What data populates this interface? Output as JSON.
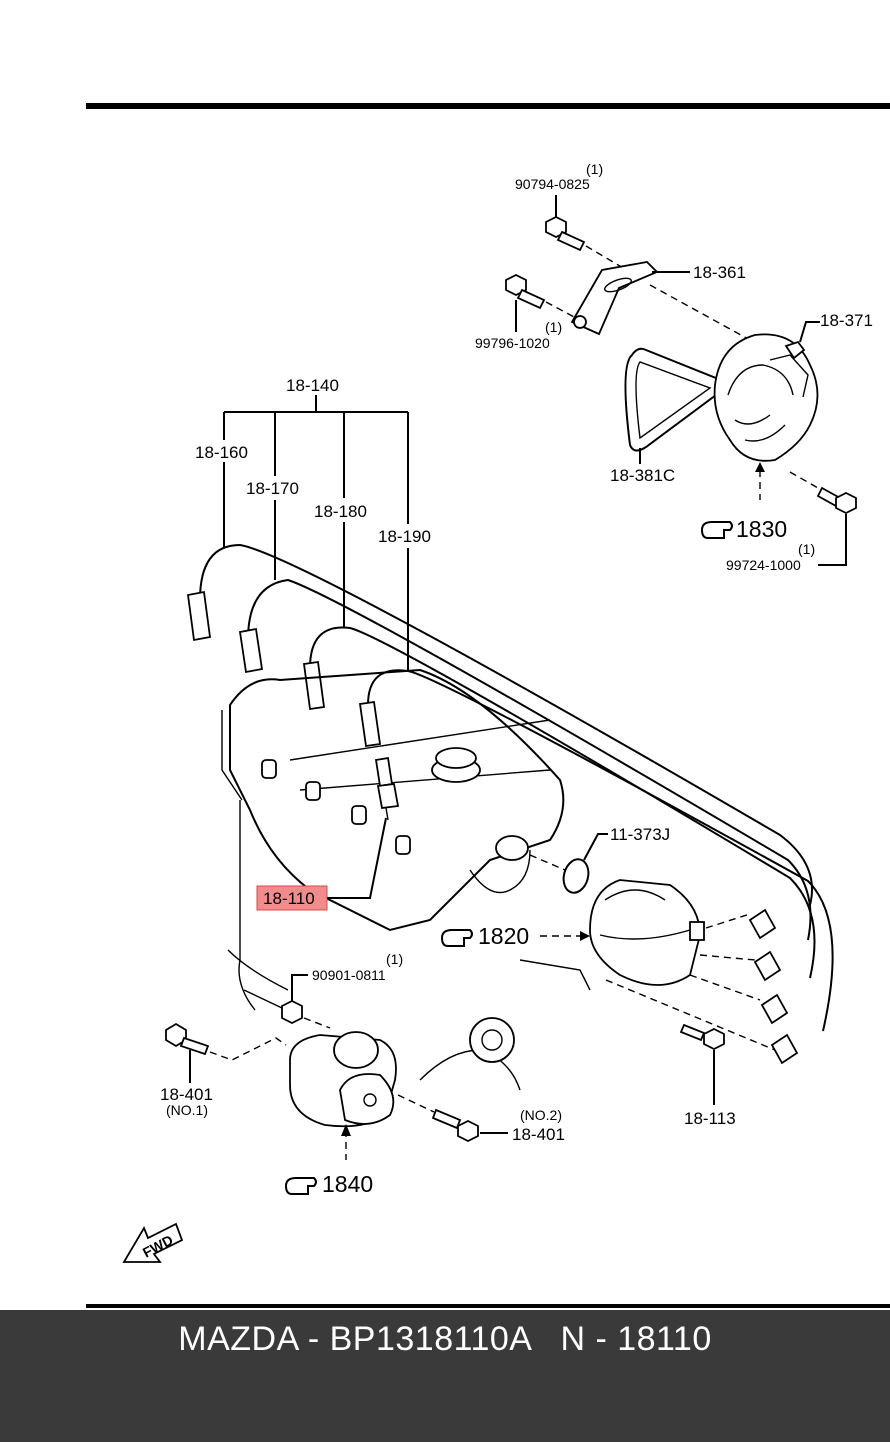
{
  "labels": {
    "bolt_top": "90794-0825",
    "bolt_top_qty": "(1)",
    "bracket": "18-361",
    "bolt_left": "99796-1020",
    "bolt_left_qty": "(1)",
    "clip": "18-371",
    "belt": "18-381C",
    "bolt_right": "99724-1000",
    "bolt_right_qty": "(1)",
    "wire_set": "18-140",
    "wire_1": "18-160",
    "wire_2": "18-170",
    "wire_3": "18-180",
    "wire_4": "18-190",
    "oring": "11-373J",
    "plug_highlight": "18-110",
    "nut": "90901-0811",
    "nut_qty": "(1)",
    "bolt_no1": "18-401",
    "bolt_no1_note": "(NO.1)",
    "bolt_no2": "18-401",
    "bolt_no2_note": "(NO.2)",
    "dist_bolt": "18-113",
    "ref_alternator": "1830",
    "ref_distributor": "1820",
    "ref_starter": "1840",
    "fwd": "FWD"
  },
  "highlight_color": "#f28b8b",
  "footer": {
    "text": "MAZDA - BP1318110A   N - 18110"
  }
}
